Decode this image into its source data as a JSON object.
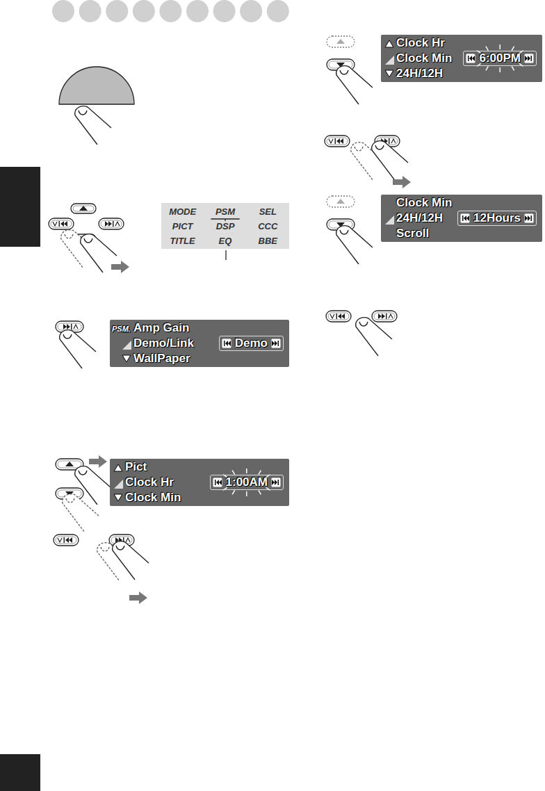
{
  "diagram": {
    "nodes": [
      {
        "text": [
          "MODE",
          "PSM",
          "SEL",
          "PICT",
          "DSP",
          "CCC",
          "TITLE",
          "EQ",
          "BBE"
        ]
      },
      {
        "text": [
          "PSM",
          "Amp Gain",
          "Demo/Link",
          "Demo",
          "WallPaper"
        ]
      },
      {
        "text": [
          "Pict",
          "Clock Hr",
          "1:00AM",
          "Clock Min"
        ]
      },
      {
        "text": [
          "Clock Hr",
          "Clock Min",
          "6:00PM",
          "24H/12H"
        ]
      },
      {
        "text": [
          "Clock Min",
          "24H/12H",
          "12Hours",
          "Scroll"
        ]
      }
    ]
  }
}
